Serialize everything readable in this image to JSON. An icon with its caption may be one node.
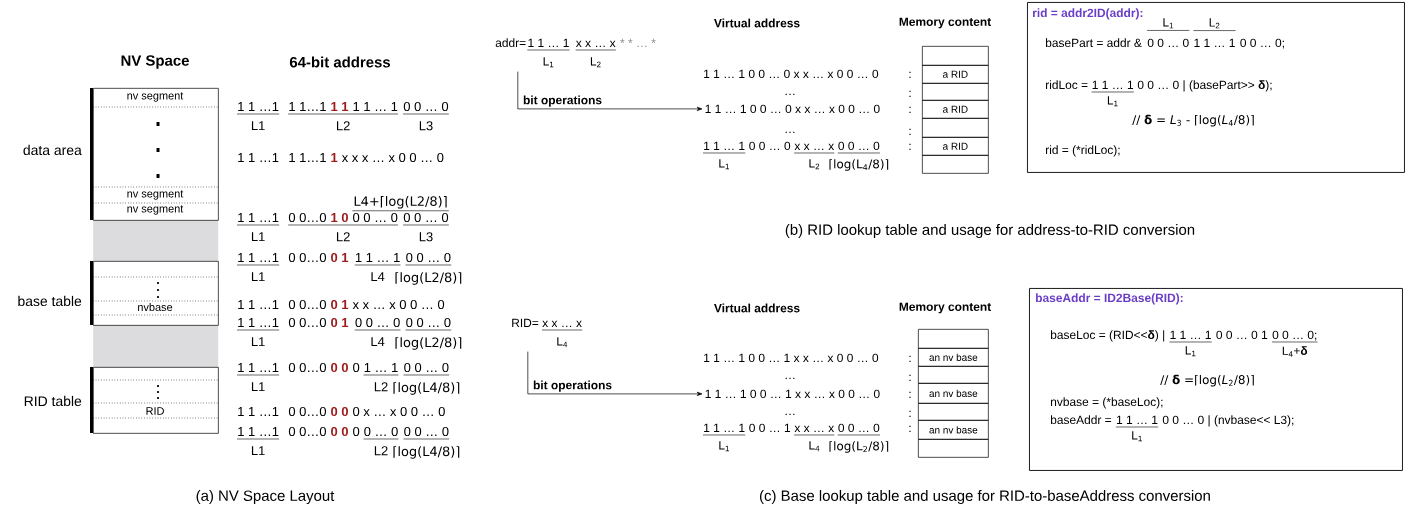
{
  "diagram": {
    "nodes": [
      {
        "text": [
          "nv segment",
          "nv segment",
          "nv segment"
        ],
        "beside": [
          "data area"
        ]
      },
      {
        "text": [
          "nvbase"
        ],
        "beside": [
          "base table"
        ]
      },
      {
        "text": [
          "RID"
        ],
        "beside": [
          "RID table"
        ]
      },
      {
        "text": [
          "addr=",
          "1 1 … 1",
          "x x … x",
          "* * … *",
          "L$_{1}$",
          "L$_{2}$"
        ]
      },
      {
        "text": [
          "1 1 … 1 0 0 … 0 x x … x 0 0 … 0"
        ]
      },
      {
        "text": [],
        "shape": "box"
      },
      {
        "text": [
          "a RID"
        ]
      },
      {
        "text": [],
        "shape": "box"
      },
      {
        "text": [
          "a RID"
        ]
      },
      {
        "text": [],
        "shape": "box"
      },
      {
        "text": [
          "a RID"
        ]
      },
      {
        "text": [],
        "shape": "box"
      },
      {
        "text": [
          "rid = addr2ID(addr):",
          "L$_{1}$",
          "L$_{2}$",
          "basePart = addr &",
          "0 0 … 0",
          "1 1 … 1",
          "0 0 … 0;",
          "ridLoc =",
          "1 1 … 1",
          "0 0 … 0 | (basePart>> **δ**);",
          "L$_{1}$",
          "// **δ** = *L*$_{3}$ - ⌈log(*L*$_{4}$/8)⌉",
          "rid = (*ridLoc);"
        ]
      },
      {
        "text": [
          "RID=",
          "x x … x",
          "L$_{4}$"
        ]
      },
      {
        "text": [
          "1 1 … 1 0 0 … 1 x x … x 0 0 … 0"
        ]
      },
      {
        "text": [],
        "shape": "box"
      },
      {
        "text": [
          "an nv base"
        ]
      },
      {
        "text": [],
        "shape": "box"
      },
      {
        "text": [
          "an nv base"
        ]
      },
      {
        "text": [],
        "shape": "box"
      },
      {
        "text": [
          "an nv base"
        ]
      },
      {
        "text": [],
        "shape": "box"
      },
      {
        "text": [],
        "shape": "band"
      },
      {
        "text": [],
        "shape": "band"
      },
      {
        "text": [
          "baseAddr = ID2Base(RID):",
          "baseLoc = (RID<<**δ**) |",
          "1 1 … 1",
          "0 0 … 0 1",
          "0 0 … 0;",
          "L$_{1}$",
          "L$_{4}$+**δ**",
          "// **δ** =⌈log(*L*$_{2}$/8)⌉",
          "nvbase = (*baseLoc);",
          "baseAddr =",
          "1 1 … 1",
          "0 0 … 0 | (nvbase<< L3);",
          "L$_{1}$"
        ]
      }
    ],
    "edges": [
      {
        "from": 3,
        "to": 4,
        "arrow": "to",
        "label": "bit operations"
      },
      {
        "from": 13,
        "to": 14,
        "arrow": "to",
        "label": "bit operations"
      }
    ],
    "labels": [
      "NV Space",
      "64-bit address",
      "1 1 …1",
      "1 1…1",
      "1 1",
      "1 1 … 1",
      "0 0 … 0",
      "L1",
      "L2",
      "L3",
      "1 1 …1",
      "1 1…1",
      "1",
      "x x x … x 0 0 … 0",
      "L4+⌈log(L2/8)⌉",
      "1 1 …1",
      "0 0…0",
      "1 0",
      "0 0 … 0",
      "0 0 … 0",
      "L1",
      "L2",
      "L3",
      "1 1 …1",
      "0 0…0",
      "0 1",
      "1 1 … 1",
      "0 0 … 0",
      "L1",
      "L4",
      "⌈log(L2/8)⌉",
      "1 1 …1",
      "0 0…0",
      "0 1",
      "x x … x 0 0 … 0",
      "1 1 …1",
      "0 0…0",
      "0 1",
      "0 0 … 0",
      "0 0 … 0",
      "L1",
      "L4",
      "⌈log(L2/8)⌉",
      "1 1 …1",
      "0 0…0",
      "0 0",
      "0",
      "1 … 1",
      "0 0 … 0",
      "L1",
      "L2",
      "⌈log(L4/8)⌉",
      "1 1 …1",
      "0 0…0",
      "0 0",
      "0 x … x 0 0 … 0",
      "1 1 …1",
      "0 0…0",
      "0 0",
      "0",
      "0 … 0",
      "0 0 … 0",
      "L1",
      "L2",
      "⌈log(L4/8)⌉",
      "(a) NV Space Layout",
      "Virtual address",
      "Memory content",
      "1 1 … 1 0 0 … 0 x x … x 0 0 … 0",
      ":",
      "…",
      ":",
      ":",
      "…",
      ":",
      "1 1 … 1",
      "0 0 … 0",
      "x x … x",
      "0 0 … 0",
      ":",
      "L$_{1}$",
      "L$_{2}$",
      "⌈log(L$_{4}$/8)⌉",
      "(b) RID lookup table and usage for address-to-RID conversion",
      "Virtual address",
      "Memory content",
      "1 1 … 1 0 0 … 1 x x … x 0 0 … 0",
      ":",
      "…",
      ":",
      ":",
      "…",
      ":",
      "1 1 … 1",
      "0 0 … 1",
      "x x … x",
      "0 0 … 0",
      ":",
      "L$_{1}$",
      "L$_{4}$",
      "⌈log(L$_{2}$/8)⌉",
      "(c) Base lookup table and usage for RID-to-baseAddress conversion"
    ]
  }
}
